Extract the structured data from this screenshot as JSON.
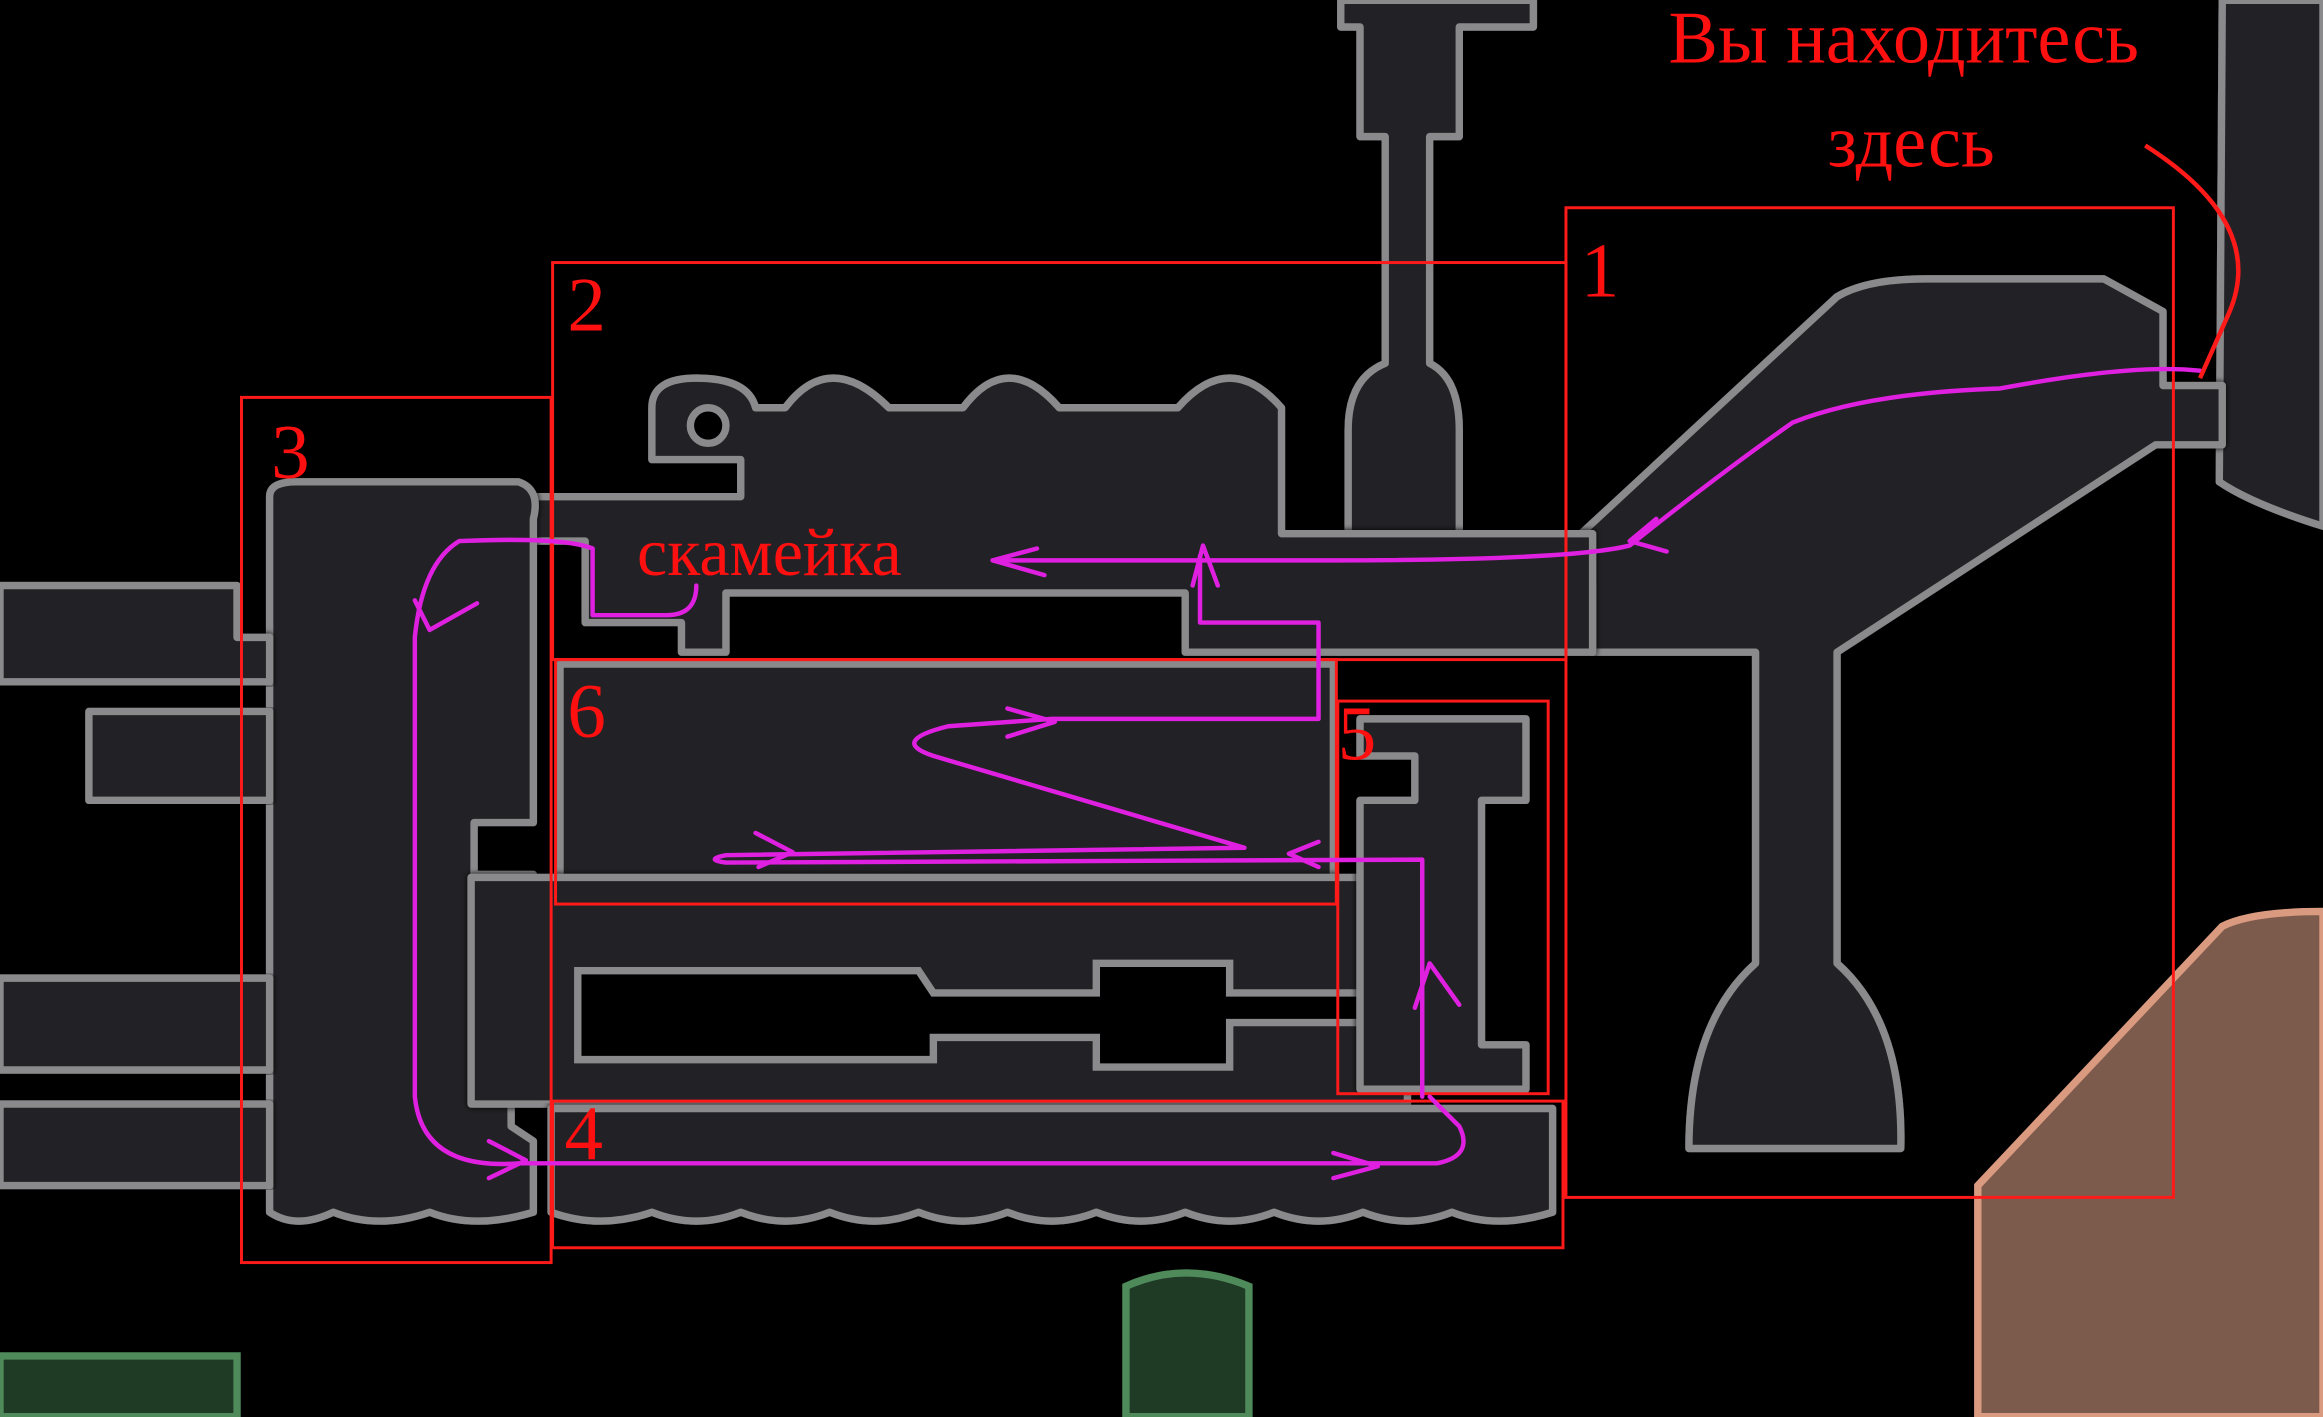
{
  "annotation": {
    "you_are_here_line1": "Вы находитесь",
    "you_are_here_line2": "здесь",
    "bench_label": "скамейка",
    "colors": {
      "zones": "#ff1a1a",
      "route": "#e020e0",
      "map_fill": "#222326",
      "map_outline": "#8a8a8c"
    }
  },
  "zones": [
    {
      "number": "1"
    },
    {
      "number": "2"
    },
    {
      "number": "3"
    },
    {
      "number": "4"
    },
    {
      "number": "5"
    },
    {
      "number": "6"
    }
  ]
}
